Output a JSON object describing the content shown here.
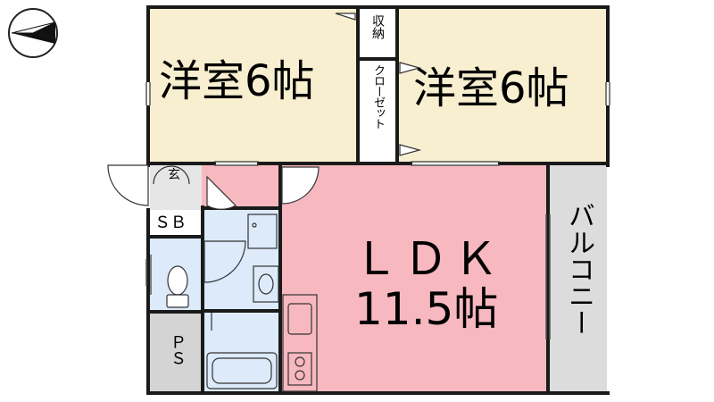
{
  "rooms": {
    "western_left": "洋室6帖",
    "western_right": "洋室6帖",
    "storage": "収納",
    "closet": "クローゼット",
    "entrance": "玄",
    "shoe_box": "ＳＢ",
    "pipe_space": "ＰＳ",
    "ldk_title": "ＬＤＫ",
    "ldk_size": "11.5帖",
    "balcony": "バルコニー"
  },
  "icons": [
    "north-arrow-icon",
    "toilet-icon",
    "washbasin-icon",
    "washing-machine-pan-icon",
    "bathtub-icon",
    "kitchen-sink-icon",
    "stove-icon",
    "door-swing-icon"
  ],
  "colors": {
    "bedroom": "#f7efcf",
    "ldk": "#f7b8bf",
    "wet": "#dceaf9",
    "balcony": "#dcdcdc",
    "wall": "#1a1a1a"
  }
}
